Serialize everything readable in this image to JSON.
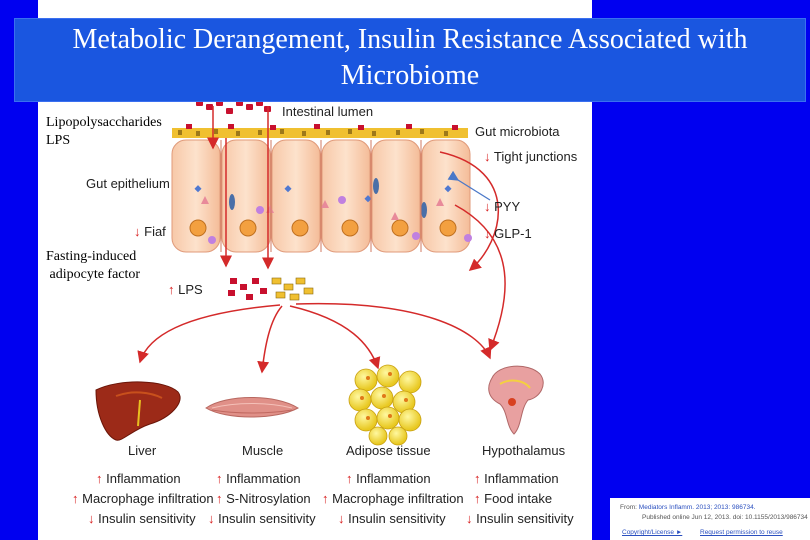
{
  "slide": {
    "title": "Metabolic Derangement, Insulin Resistance Associated with Microbiome",
    "notes": {
      "lps": "Lipopolysaccharides\nLPS",
      "fiaf": "Fasting-induced\n adipocyte factor"
    }
  },
  "figure": {
    "top_labels": {
      "lumen": "Intestinal lumen",
      "microbiota": "Gut microbiota",
      "epithelium": "Gut epithelium"
    },
    "side_labels": [
      {
        "arrow": "↓",
        "text": "Tight junctions"
      },
      {
        "arrow": "↓",
        "text": "PYY"
      },
      {
        "arrow": "↓",
        "text": "GLP-1"
      },
      {
        "arrow": "↓",
        "text": "Fiaf"
      },
      {
        "arrow": "↑",
        "text": "LPS"
      }
    ],
    "organs": [
      {
        "name": "Liver",
        "effects": [
          {
            "arrow": "↑",
            "text": "Inflammation"
          },
          {
            "arrow": "↑",
            "text": "Macrophage infiltration"
          },
          {
            "arrow": "↓",
            "text": "Insulin sensitivity"
          }
        ]
      },
      {
        "name": "Muscle",
        "effects": [
          {
            "arrow": "↑",
            "text": "Inflammation"
          },
          {
            "arrow": "↑",
            "text": "S-Nitrosylation"
          },
          {
            "arrow": "↓",
            "text": "Insulin sensitivity"
          }
        ]
      },
      {
        "name": "Adipose tissue",
        "effects": [
          {
            "arrow": "↑",
            "text": "Inflammation"
          },
          {
            "arrow": "↑",
            "text": "Macrophage infiltration"
          },
          {
            "arrow": "↓",
            "text": "Insulin sensitivity"
          }
        ]
      },
      {
        "name": "Hypothalamus",
        "effects": [
          {
            "arrow": "↑",
            "text": "Inflammation"
          },
          {
            "arrow": "↑",
            "text": "Food intake"
          },
          {
            "arrow": "↓",
            "text": "Insulin sensitivity"
          }
        ]
      }
    ]
  },
  "citation": {
    "from_label": "From:",
    "source": "Mediators Inflamm. 2013; 2013: 986734.",
    "published": "Published online Jun 12, 2013. doi: 10.1155/2013/986734",
    "copyright_link": "Copyright/License ►",
    "permission_link": "Request permission to reuse"
  },
  "colors": {
    "slide_bg": "#0000f0",
    "title_bar": "#1a56e0",
    "arrow_red": "#d82020"
  }
}
